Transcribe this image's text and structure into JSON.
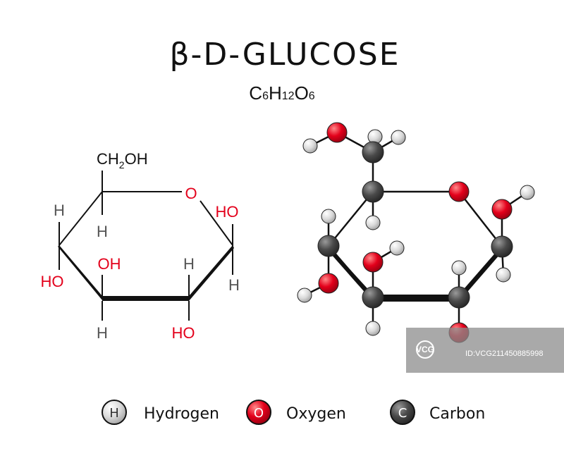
{
  "title": "β-D-GLUCOSE",
  "formula": {
    "c": "C",
    "c_n": "6",
    "h": "H",
    "h_n": "12",
    "o": "O",
    "o_n": "6"
  },
  "structural": {
    "ch2oh": {
      "a": "CH",
      "sub": "2",
      "b": "OH"
    },
    "ring_o": "O",
    "labels": {
      "h_c5": "H",
      "h_c4_top": "H",
      "ho_c4": "HO",
      "oh_c3": "OH",
      "h_c3": "H",
      "h_c2": "H",
      "oh_c2": "HO",
      "ho_c1": "HO",
      "h_c1": "H"
    }
  },
  "legend": [
    {
      "letter": "H",
      "label": "Hydrogen",
      "color": "#d9d9d9",
      "letter_color": "#333333"
    },
    {
      "letter": "O",
      "label": "Oxygen",
      "color": "#e3001b",
      "letter_color": "#ffffff"
    },
    {
      "letter": "C",
      "label": "Carbon",
      "color": "#4a4a4a",
      "letter_color": "#ffffff"
    }
  ],
  "watermark": {
    "logo": "VCG",
    "text": "ID:VCG211450885998"
  },
  "colors": {
    "oxygen": "#e3001b",
    "carbon": "#4a4a4a",
    "hydrogen": "#d9d9d9"
  }
}
